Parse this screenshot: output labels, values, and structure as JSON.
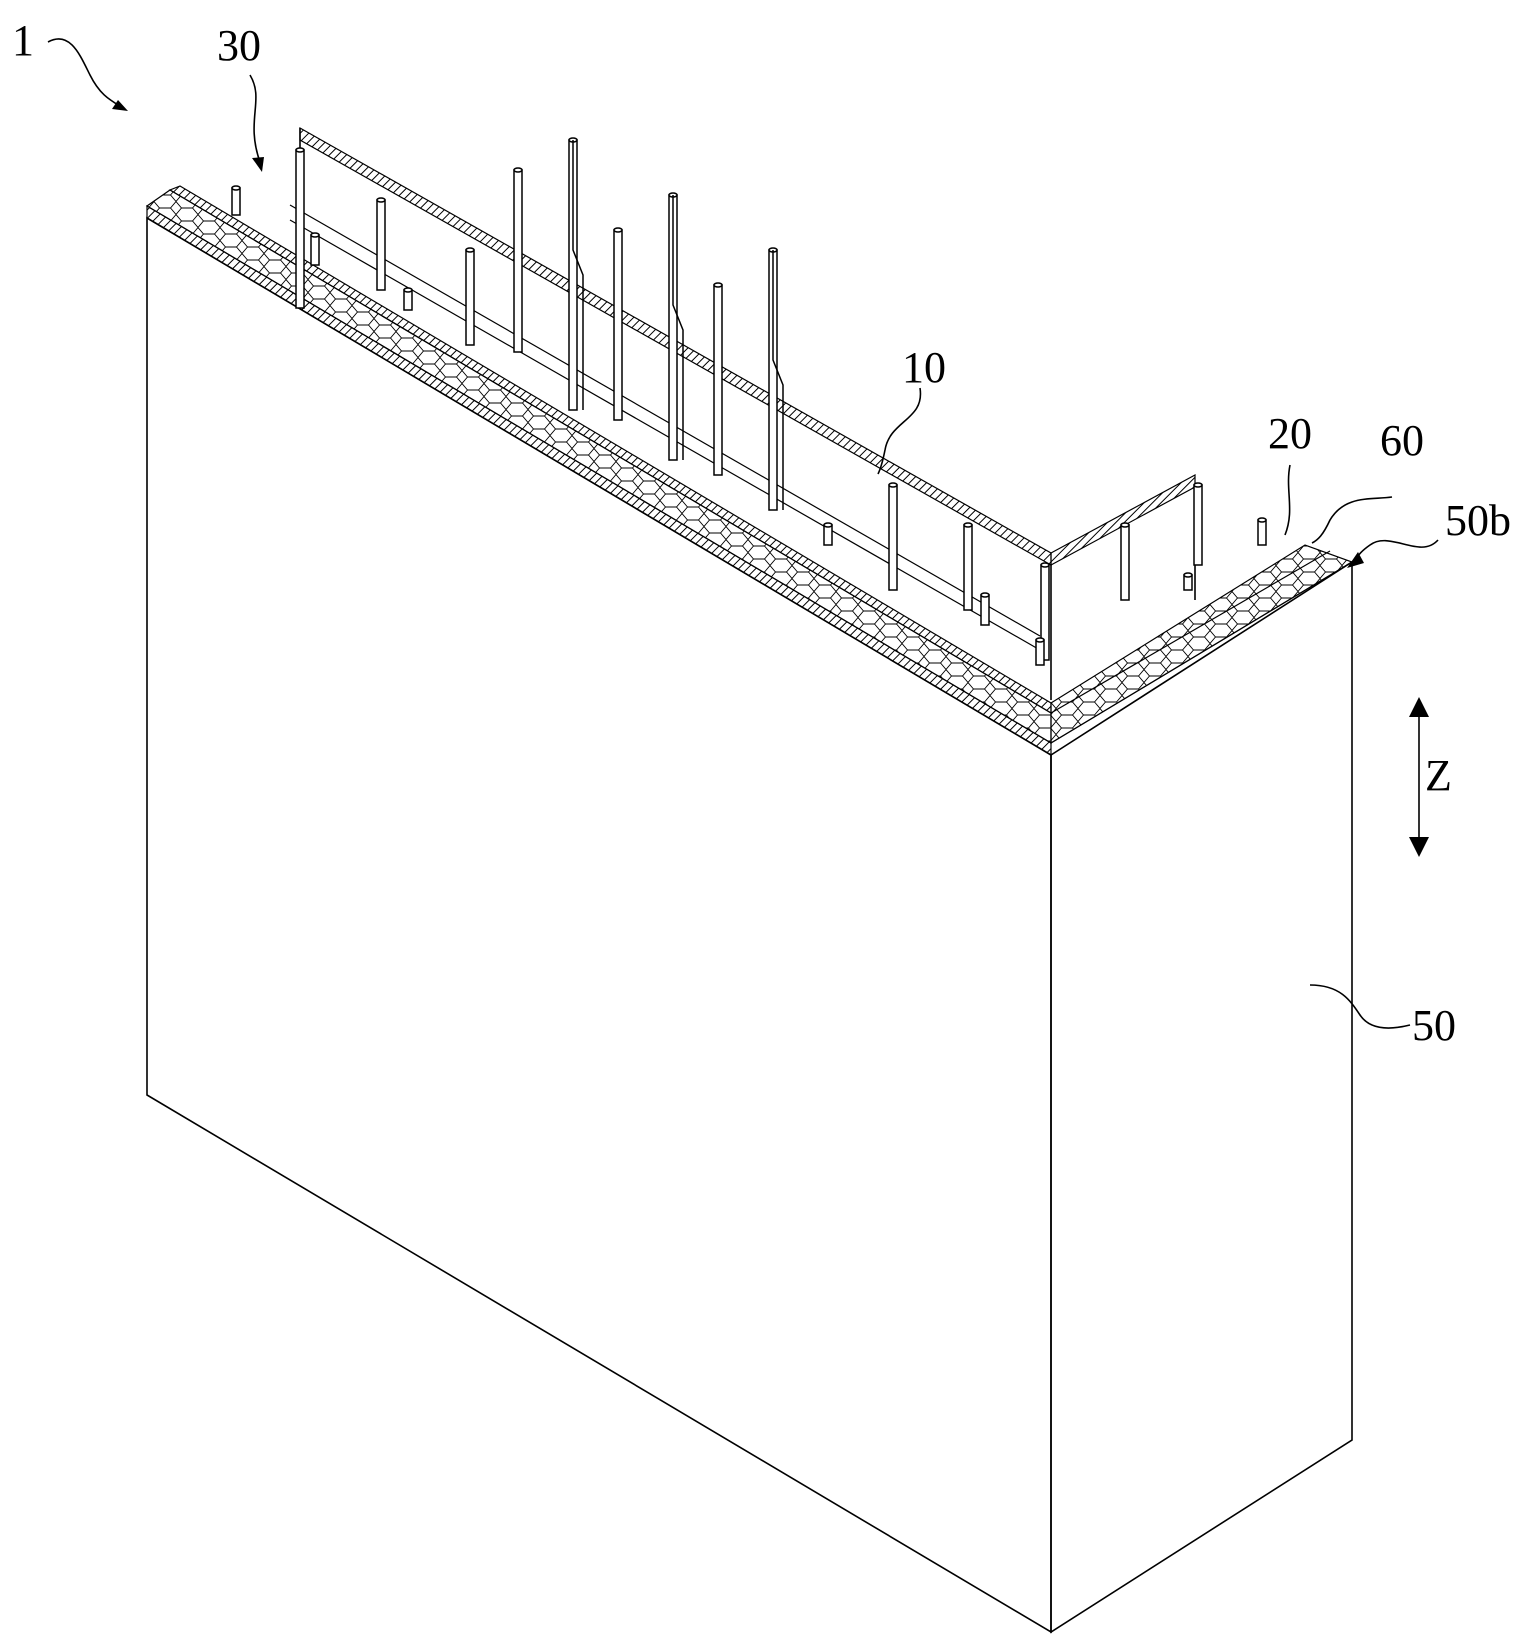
{
  "figure": {
    "labels": {
      "assembly": "1",
      "steel_cage": "30",
      "first_layer": "10",
      "second_layer": "20",
      "insulation": "60",
      "top_face": "50b",
      "wall_panel": "50",
      "direction": "Z"
    },
    "colors": {
      "line": "#000000",
      "background": "#ffffff",
      "hatch": "#000000"
    }
  }
}
